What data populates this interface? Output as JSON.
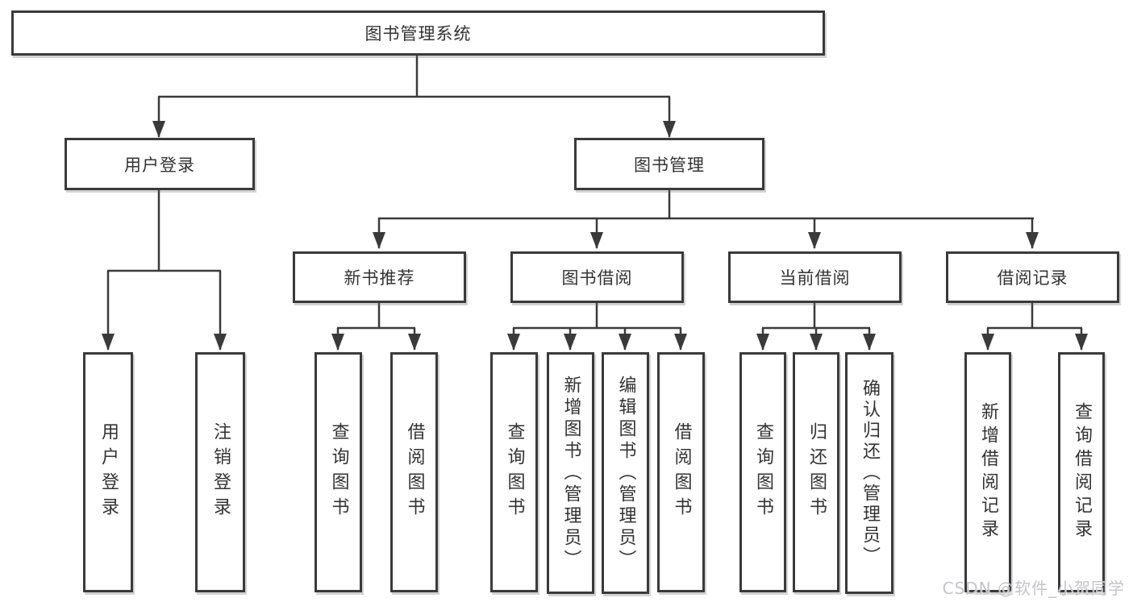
{
  "diagram_title": "图书管理系统",
  "tree": {
    "root": "图书管理系统",
    "children": [
      {
        "label": "用户登录",
        "children": [
          "用户登录",
          "注销登录"
        ]
      },
      {
        "label": "图书管理",
        "children": [
          {
            "label": "新书推荐",
            "children": [
              "查询图书",
              "借阅图书"
            ]
          },
          {
            "label": "图书借阅",
            "children": [
              "查询图书",
              "新增图书（管理员）",
              "编辑图书（管理员）",
              "借阅图书"
            ]
          },
          {
            "label": "当前借阅",
            "children": [
              "查询图书",
              "归还图书",
              "确认归还（管理员）"
            ]
          },
          {
            "label": "借阅记录",
            "children": [
              "新增借阅记录",
              "查询借阅记录"
            ]
          }
        ]
      }
    ]
  },
  "watermark": {
    "text": "CSDN @软件_小贺同学"
  },
  "colors": {
    "line": "#3a3a3a",
    "box_border": "#3a3a3a",
    "text": "#333333",
    "background": "#ffffff",
    "watermark": "#c4c4ca"
  }
}
